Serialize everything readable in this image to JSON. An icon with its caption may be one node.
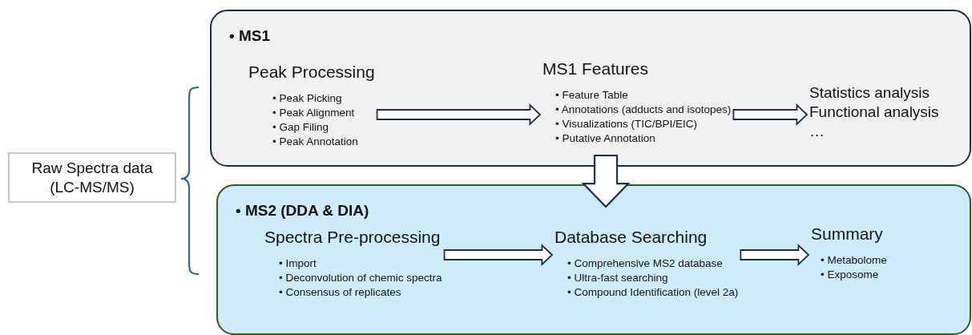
{
  "diagram": {
    "nodes": [
      {
        "text": [
          "Raw Spectra data (LC-MS/MS)"
        ]
      },
      {
        "text": [
          "• MS1"
        ]
      },
      {
        "text": [
          "Peak Processing",
          "• Peak Picking",
          "• Peak Alignment",
          "• Gap Filing",
          "• Peak Annotation"
        ],
        "in": 1
      },
      {
        "text": [
          "MS1 Features",
          "• Feature Table",
          "• Annotations (adducts and isotopes)",
          "• Visualizations (TIC/BPI/EIC)",
          "• Putative Annotation"
        ],
        "in": 1
      },
      {
        "text": [
          "Statistics analysis",
          "Functional analysis",
          "…"
        ],
        "in": 1
      },
      {
        "text": [
          "• MS2 (DDA & DIA)"
        ]
      },
      {
        "text": [
          "Spectra Pre-processing",
          "• Import",
          "• Deconvolution of chemic spectra",
          "• Consensus of replicates"
        ],
        "in": 5
      },
      {
        "text": [
          "Database Searching",
          "• Comprehensive MS2 database",
          "• Ultra-fast searching",
          "• Compound Identification (level 2a)"
        ],
        "in": 5
      },
      {
        "text": [
          "Summary",
          "• Metabolome",
          "• Exposome"
        ],
        "in": 5
      }
    ],
    "edges": [
      {
        "from": 2,
        "to": 3,
        "arrow": "to"
      },
      {
        "from": 3,
        "to": 4,
        "arrow": "to"
      },
      {
        "from": 1,
        "to": 5,
        "arrow": "to",
        "style": "thick"
      },
      {
        "from": 6,
        "to": 7,
        "arrow": "to"
      },
      {
        "from": 7,
        "to": 8,
        "arrow": "to"
      }
    ]
  }
}
